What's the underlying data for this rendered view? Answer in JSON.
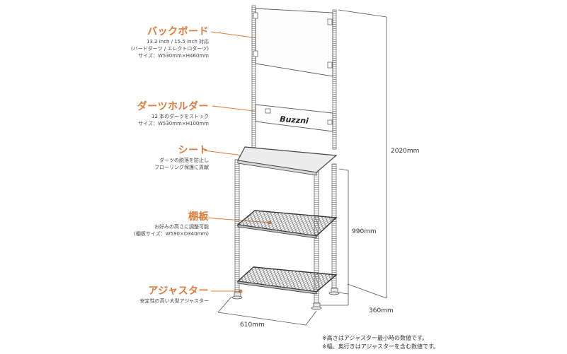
{
  "callouts": {
    "backboard": {
      "title": "バックボード",
      "lines": [
        "13.2 inch / 15.5 inch 対応",
        "(ハードダーツ / エレクトロダーツ)",
        "サイズ：W530mm×H460mm"
      ]
    },
    "dart_holder": {
      "title": "ダーツホルダー",
      "lines": [
        "12 本のダーツをストック",
        "サイズ：W530mm×H100mm"
      ]
    },
    "sheet": {
      "title": "シート",
      "lines": [
        "ダーツの脱落を防止し",
        "フローリング保護に貢献"
      ]
    },
    "shelf": {
      "title": "棚板",
      "lines": [
        "お好みの高さに調整可能",
        "(棚板サイズ：W590×D340mm)"
      ]
    },
    "adjuster": {
      "title": "アジャスター",
      "lines": [
        "安定性の高い大型アジャスター"
      ]
    }
  },
  "brand_logo": "Buzzni",
  "dimensions": {
    "total_height": "2020mm",
    "shelf_height": "990mm",
    "depth": "360mm",
    "width": "610mm"
  },
  "notes": [
    "※高さはアジャスター最小時の数値です。",
    "※幅、奥行きはアジャスターを含む数値です。"
  ],
  "colors": {
    "accent": "#e07a3a",
    "line": "#555555"
  }
}
